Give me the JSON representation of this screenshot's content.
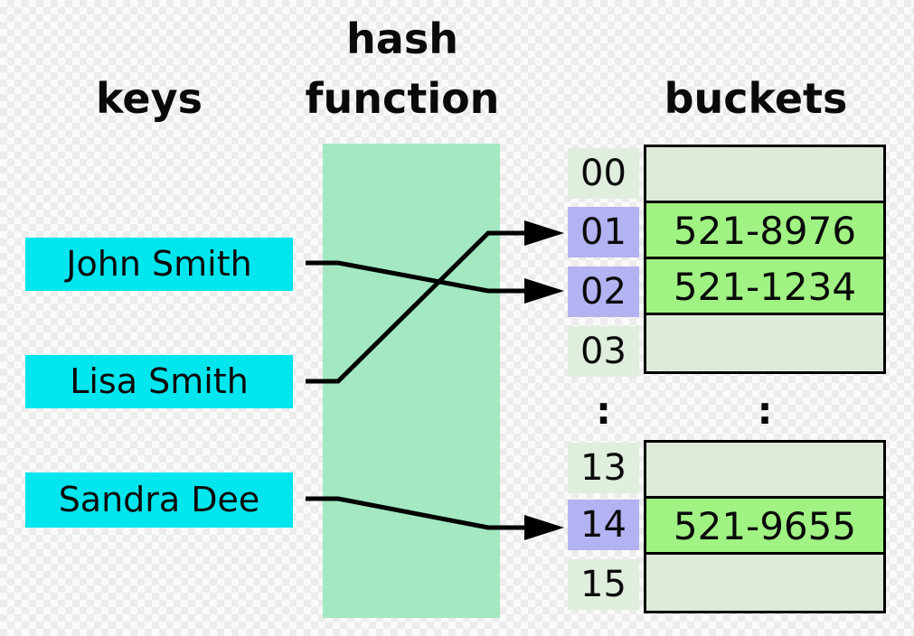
{
  "diagram": {
    "headers": {
      "keys": "keys",
      "hash_function_lines": [
        "hash",
        "function"
      ],
      "buckets": "buckets"
    },
    "keys": [
      {
        "label": "John Smith",
        "maps_to_index": "02"
      },
      {
        "label": "Lisa Smith",
        "maps_to_index": "01"
      },
      {
        "label": "Sandra Dee",
        "maps_to_index": "14"
      }
    ],
    "ellipsis": ":",
    "upper_section": {
      "indices": [
        "00",
        "01",
        "02",
        "03"
      ],
      "highlighted_indices": [
        "01",
        "02"
      ],
      "bucket_values": [
        "",
        "521-8976",
        "521-1234",
        ""
      ]
    },
    "lower_section": {
      "indices": [
        "13",
        "14",
        "15"
      ],
      "highlighted_indices": [
        "14"
      ],
      "bucket_values": [
        "",
        "521-9655",
        ""
      ]
    }
  },
  "colors": {
    "cyan": "#00e6ee",
    "mint": "#a3e8c1",
    "pale-index": "#dfeedd",
    "lavender": "#b3b2f2",
    "bucket-empty": "#dde9d9",
    "bucket-filled": "#a0f283",
    "ink": "#0a0a0a",
    "checker-a": "#ececec",
    "checker-b": "#fafafa"
  }
}
